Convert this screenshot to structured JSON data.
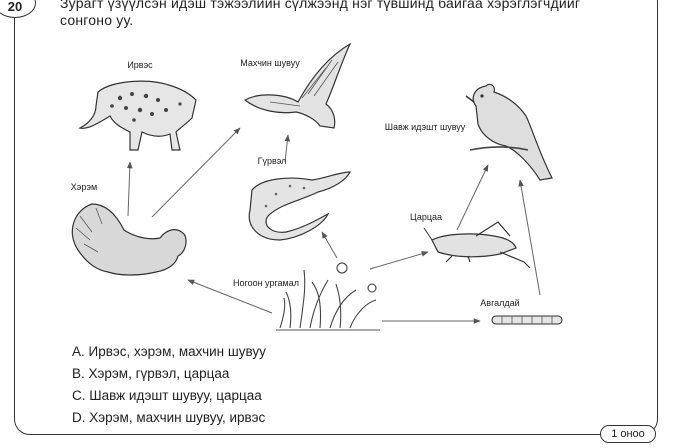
{
  "question": {
    "number": "20",
    "line1": "Зурагт үзүүлсэн идэш тэжээлийн сүлжээнд нэг түвшинд байгаа хэрэглэгчдийг",
    "line2": "сонгоно уу."
  },
  "organisms": {
    "leopard": "Ирвэс",
    "eagle": "Махчин шувуу",
    "insectbird": "Шавж идэшт шувуу",
    "lizard": "Гүрвэл",
    "squirrel": "Хэрэм",
    "grasshopper": "Царцаа",
    "plants": "Ногоон ургамал",
    "caterpillar": "Авгалдай"
  },
  "options": [
    "А. Ирвэс, хэрэм, махчин шувуу",
    "В. Хэрэм, гүрвэл, царцаа",
    "С. Шавж идэшт шувуу, царцаа",
    "D. Хэрэм, махчин шувуу, ирвэс"
  ],
  "score": "1 оноо"
}
